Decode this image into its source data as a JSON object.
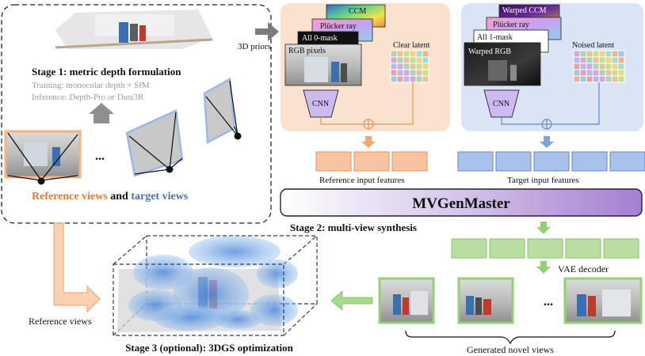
{
  "stage1": {
    "title": "Stage 1: metric depth formulation",
    "training": "Training: monocular depth + SfM",
    "inference": "Inference: Depth-Pro or Dust3R",
    "dots": "...",
    "views_ref": "Reference views",
    "views_and": " and ",
    "views_target": "target views"
  },
  "priors_label": "3D priors",
  "reference_branch": {
    "layers": [
      "CCM",
      "Plücker ray",
      "All 0-mask",
      "RGB pixels"
    ],
    "latent": "Clear latent",
    "encoder": "CNN",
    "features": "Reference input features"
  },
  "target_branch": {
    "layers": [
      "Warped CCM",
      "Plücker ray",
      "All 1-mask",
      "Warped RGB"
    ],
    "latent": "Noised latent",
    "encoder": "CNN",
    "features": "Target input features"
  },
  "model_name": "MVGenMaster",
  "stage2": "Stage 2: multi-view synthesis",
  "vae_decoder": "VAE decoder",
  "generated_dots": "...",
  "generated_label": "Generated novel views",
  "reference_views_label": "Reference views",
  "stage3": "Stage 3 (optional): 3DGS optimization",
  "colors": {
    "orange": "#e8915a",
    "orange_fill": "#f7c3a0",
    "orange_bg": "#fbe2cf",
    "blue": "#5f86cc",
    "blue_fill": "#a9c2ea",
    "blue_bg": "#dbe4f4",
    "green": "#8bc16b",
    "green_fill": "#b8dea2",
    "purple": "#a47fd0",
    "title_orange": "#e07a3c",
    "title_blue": "#4f6fb0"
  }
}
